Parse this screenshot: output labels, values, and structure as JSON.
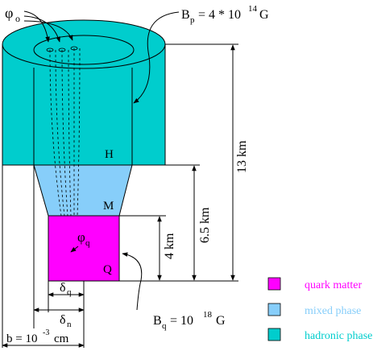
{
  "labels": {
    "phi_o": "φ",
    "phi_o_sub": "o",
    "bp_main": "B",
    "bp_sub": "p",
    "bp_value": "= 4 * 10",
    "bp_exp": "14",
    "bp_unit": "G",
    "h": "H",
    "m": "M",
    "q": "Q",
    "phi_q": "φ",
    "phi_q_sub": "q",
    "delta_q": "δ",
    "delta_q_sub": "q",
    "delta_n": "δ",
    "delta_n_sub": "n",
    "b_label": "b = 10",
    "b_exp": "-3",
    "b_unit": "cm",
    "bq_main": "B",
    "bq_sub": "q",
    "bq_value": "= 10",
    "bq_exp": "18",
    "bq_unit": "G",
    "dim_13": "13 km",
    "dim_65": "6.5 km",
    "dim_4": "4 km"
  },
  "legend": [
    {
      "label": "quark matter",
      "swatch": "#ff00ff",
      "text_color": "#ff00ff"
    },
    {
      "label": "mixed phase",
      "swatch": "#87cefa",
      "text_color": "#87cefa"
    },
    {
      "label": "hadronic phase",
      "swatch": "#00cdcd",
      "text_color": "#00cdcd"
    }
  ],
  "colors": {
    "hadronic": "#00cdcd",
    "mixed": "#87cefa",
    "quark": "#ff00ff"
  }
}
